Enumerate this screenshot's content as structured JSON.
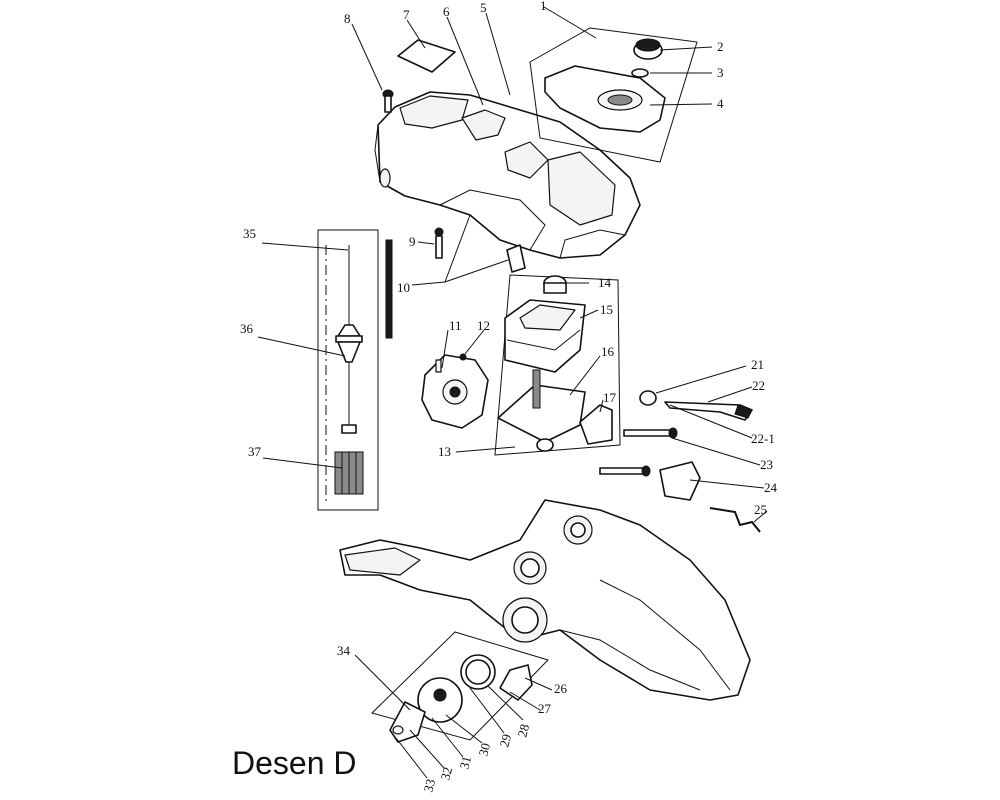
{
  "caption": "Desen D",
  "callouts": [
    {
      "id": "c1",
      "text": "1"
    },
    {
      "id": "c2",
      "text": "2"
    },
    {
      "id": "c3",
      "text": "3"
    },
    {
      "id": "c4",
      "text": "4"
    },
    {
      "id": "c5",
      "text": "5"
    },
    {
      "id": "c6",
      "text": "6"
    },
    {
      "id": "c7",
      "text": "7"
    },
    {
      "id": "c8",
      "text": "8"
    },
    {
      "id": "c9",
      "text": "9"
    },
    {
      "id": "c10",
      "text": "10"
    },
    {
      "id": "c11",
      "text": "11"
    },
    {
      "id": "c12",
      "text": "12"
    },
    {
      "id": "c13",
      "text": "13"
    },
    {
      "id": "c14",
      "text": "14"
    },
    {
      "id": "c15",
      "text": "15"
    },
    {
      "id": "c16",
      "text": "16"
    },
    {
      "id": "c17",
      "text": "17"
    },
    {
      "id": "c21",
      "text": "21"
    },
    {
      "id": "c22",
      "text": "22"
    },
    {
      "id": "c22_1",
      "text": "22-1"
    },
    {
      "id": "c23",
      "text": "23"
    },
    {
      "id": "c24",
      "text": "24"
    },
    {
      "id": "c25",
      "text": "25"
    },
    {
      "id": "c26",
      "text": "26"
    },
    {
      "id": "c27",
      "text": "27"
    },
    {
      "id": "c28",
      "text": "28"
    },
    {
      "id": "c29",
      "text": "29"
    },
    {
      "id": "c30",
      "text": "30"
    },
    {
      "id": "c31",
      "text": "31"
    },
    {
      "id": "c32",
      "text": "32"
    },
    {
      "id": "c33",
      "text": "33"
    },
    {
      "id": "c34",
      "text": "34"
    },
    {
      "id": "c35",
      "text": "35"
    },
    {
      "id": "c36",
      "text": "36"
    },
    {
      "id": "c37",
      "text": "37"
    }
  ]
}
